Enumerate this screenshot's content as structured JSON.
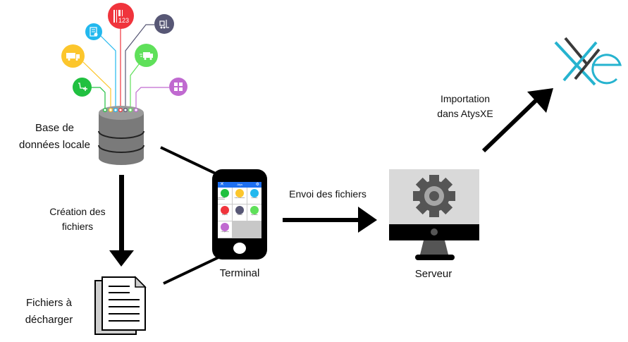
{
  "nodes": {
    "database": {
      "label_line1": "Base de",
      "label_line2": "données locale"
    },
    "files": {
      "label_line1": "Fichiers à",
      "label_line2": "décharger"
    },
    "terminal": {
      "label": "Terminal"
    },
    "server": {
      "label": "Serveur"
    },
    "logo": {
      "text": "Xe"
    }
  },
  "edges": {
    "create_files": {
      "label_line1": "Création des",
      "label_line2": "fichiers"
    },
    "send_files": {
      "label": "Envoi des fichiers"
    },
    "import": {
      "label_line1": "Importation",
      "label_line2": "dans AtysXE"
    }
  },
  "source_icons": [
    {
      "name": "barcode-icon",
      "color": "#f0343c",
      "text": "123"
    },
    {
      "name": "checklist-icon",
      "color": "#22b8ee"
    },
    {
      "name": "forklift-icon",
      "color": "#575775"
    },
    {
      "name": "truck-icon",
      "color": "#fcc62c"
    },
    {
      "name": "delivery-van-icon",
      "color": "#5fe05a"
    },
    {
      "name": "cart-add-icon",
      "color": "#20c040"
    },
    {
      "name": "boxes-icon",
      "color": "#c06ad0"
    }
  ],
  "terminal_app": {
    "title": "Atys",
    "tiles": [
      {
        "label": "Commande fournisseur",
        "color": "#20c040"
      },
      {
        "label": "Colis fournisseur",
        "color": "#fcc62c"
      },
      {
        "label": "Inventaire",
        "color": "#22b8ee"
      },
      {
        "label": "Etiquette",
        "color": "#f0343c"
      },
      {
        "label": "Transfert",
        "color": "#575775"
      },
      {
        "label": "Expédition",
        "color": "#5fe05a"
      },
      {
        "label": "Chargement",
        "color": "#c06ad0"
      }
    ]
  },
  "colors": {
    "logo_blue": "#26b3cf",
    "logo_dark": "#3a3a3a",
    "terminal_header": "#1e6ff0",
    "server_screen": "#d9d9d9",
    "gear": "#555555"
  }
}
